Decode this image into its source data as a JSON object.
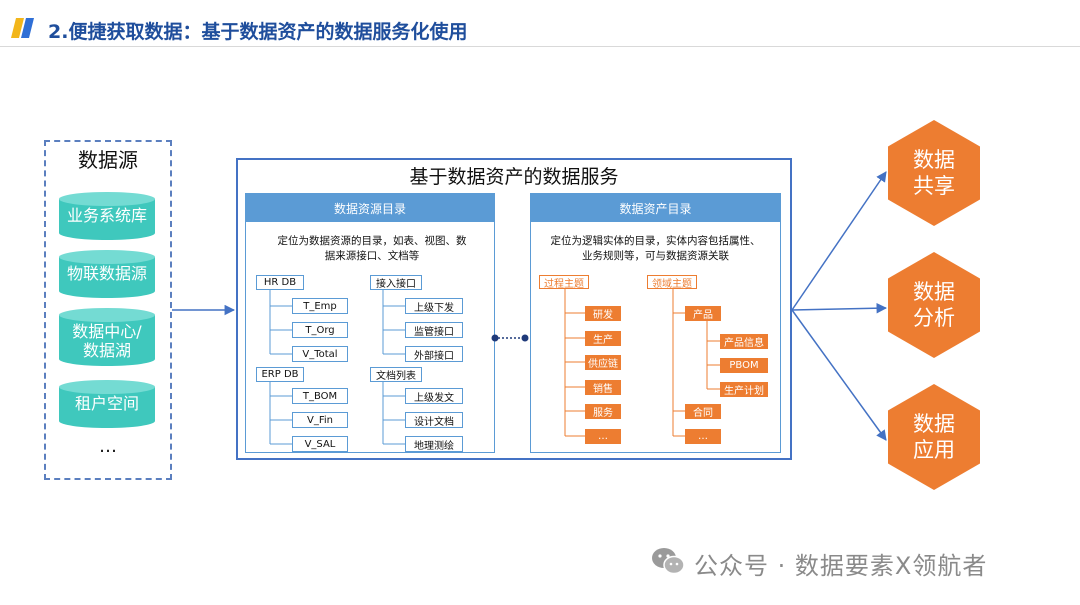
{
  "header": {
    "title": "2.便捷获取数据：基于数据资产的数据服务化使用"
  },
  "sources": {
    "title": "数据源",
    "items": [
      "业务系统库",
      "物联数据源",
      "数据中心/数据湖",
      "租户空间"
    ],
    "more": "…"
  },
  "service": {
    "title": "基于数据资产的数据服务",
    "resource_catalog": {
      "head": "数据资源目录",
      "desc_line1": "定位为数据资源的目录，如表、视图、数",
      "desc_line2": "据来源接口、文档等",
      "hrdb": {
        "label": "HR DB",
        "children": [
          "T_Emp",
          "T_Org",
          "V_Total"
        ]
      },
      "erpdb": {
        "label": "ERP DB",
        "children": [
          "T_BOM",
          "V_Fin",
          "V_SAL"
        ]
      },
      "api": {
        "label": "接入接口",
        "children": [
          "上级下发",
          "监管接口",
          "外部接口"
        ]
      },
      "docs": {
        "label": "文档列表",
        "children": [
          "上级发文",
          "设计文档",
          "地理测绘"
        ]
      }
    },
    "asset_catalog": {
      "head": "数据资产目录",
      "desc_line1": "定位为逻辑实体的目录，实体内容包括属性、",
      "desc_line2": "业务规则等，可与数据资源关联",
      "process": {
        "label": "过程主题",
        "children": [
          "研发",
          "生产",
          "供应链",
          "销售",
          "服务",
          "…"
        ]
      },
      "domain": {
        "label": "领域主题",
        "product": "产品",
        "product_children": [
          "产品信息",
          "PBOM",
          "生产计划"
        ],
        "contract": "合同",
        "more": "…"
      }
    }
  },
  "outputs": [
    {
      "line1": "数据",
      "line2": "共享"
    },
    {
      "line1": "数据",
      "line2": "分析"
    },
    {
      "line1": "数据",
      "line2": "应用"
    }
  ],
  "watermark": {
    "text": "公众号 · 数据要素X领航者"
  },
  "colors": {
    "accent_blue": "#4472c4",
    "panel_blue": "#5b9bd5",
    "teal": "#3fc8bd",
    "orange": "#ed7d31",
    "title_blue": "#1f4e9c"
  }
}
